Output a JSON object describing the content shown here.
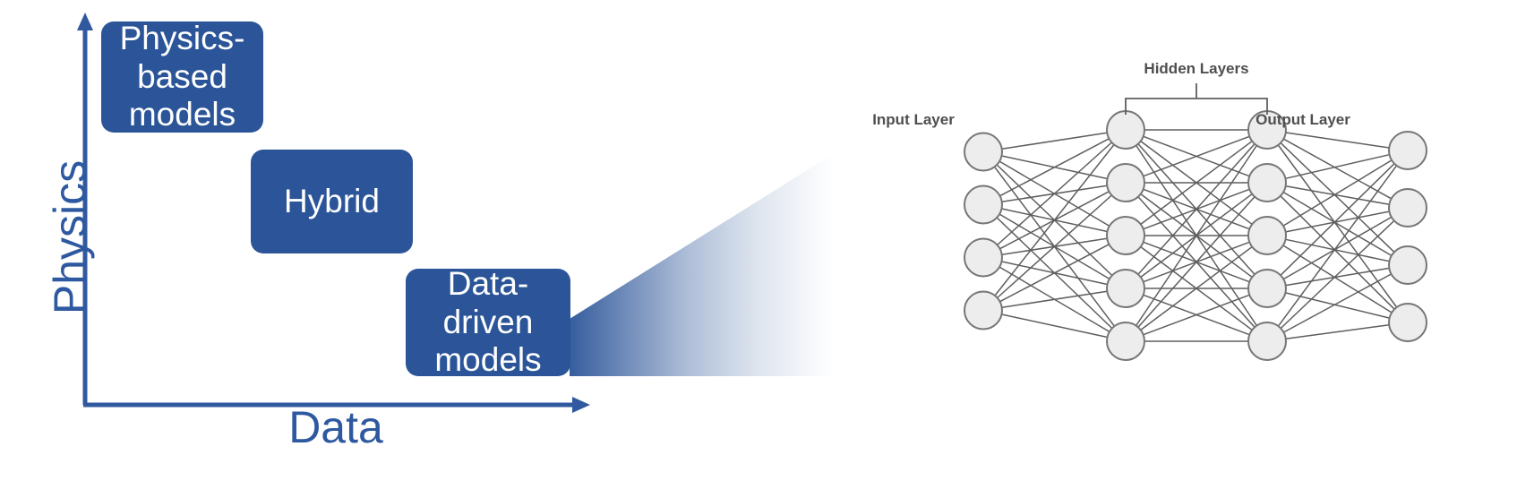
{
  "diagram": {
    "title": "Physics versus Data modeling spectrum with neural network",
    "axes": {
      "y_label": "Physics",
      "x_label": "Data",
      "color": "#30599F"
    },
    "boxes": [
      {
        "id": "physics-based",
        "label": "Physics-based models",
        "color": "#2B5598",
        "text_color": "#FFFFFF"
      },
      {
        "id": "hybrid",
        "label": "Hybrid",
        "color": "#2B5598",
        "text_color": "#FFFFFF"
      },
      {
        "id": "data-driven",
        "label": "Data-driven models",
        "color": "#2B5598",
        "text_color": "#FFFFFF"
      }
    ],
    "cone": {
      "from_box": "data-driven",
      "color": "#2B5598",
      "style": "gradient-fade-right"
    },
    "neural_network": {
      "labels": {
        "input": "Input Layer",
        "hidden": "Hidden Layers",
        "output": "Output Layer"
      },
      "node_fill": "#EDEDED",
      "node_stroke": "#767676",
      "edge_color": "#5E5E5E",
      "layers": [
        {
          "name": "Input Layer",
          "node_count": 4
        },
        {
          "name": "Hidden Layer 1",
          "node_count": 5
        },
        {
          "name": "Hidden Layer 2",
          "node_count": 5
        },
        {
          "name": "Output Layer",
          "node_count": 4
        }
      ]
    }
  },
  "chart_data": {
    "type": "scatter",
    "title": "",
    "xlabel": "Data",
    "ylabel": "Physics",
    "xlim": [
      0,
      1
    ],
    "ylim": [
      0,
      1
    ],
    "grid": false,
    "legend": "none",
    "annotations": [
      "Physics-based models",
      "Hybrid",
      "Data-driven models"
    ],
    "points": [
      {
        "label": "Physics-based models",
        "x": 0.18,
        "y": 0.9
      },
      {
        "label": "Hybrid",
        "x": 0.5,
        "y": 0.58
      },
      {
        "label": "Data-driven models",
        "x": 0.82,
        "y": 0.26
      }
    ]
  }
}
